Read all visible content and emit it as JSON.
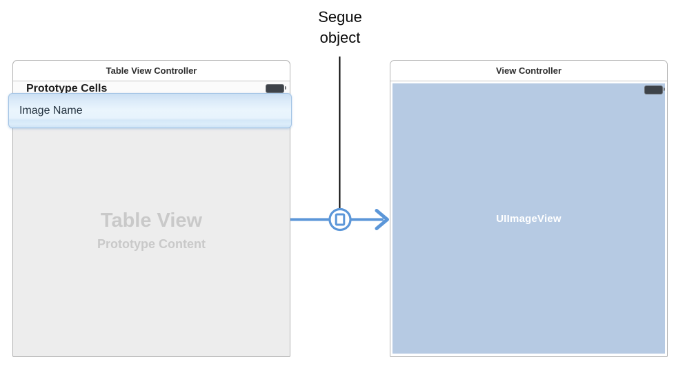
{
  "annotation": {
    "segue_label": "Segue object"
  },
  "scenes": {
    "table_view_controller": {
      "title": "Table View Controller",
      "prototype_cells_label": "Prototype Cells",
      "cell_label": "Image Name",
      "placeholder_title": "Table View",
      "placeholder_subtitle": "Prototype Content"
    },
    "view_controller": {
      "title": "View Controller",
      "image_view_label": "UIImageView"
    }
  },
  "icons": {
    "segue": "segue-icon",
    "status_bar": "battery-icon",
    "arrow": "arrowhead-icon"
  },
  "colors": {
    "segue_accent": "#5b96d8",
    "annotation_line": "#000000",
    "image_view_fill": "#b6cae3",
    "table_view_background": "#ededed",
    "selected_cell_border": "#a3c4e5",
    "placeholder_text": "#c9c9c9",
    "scene_border": "#b3b3b3"
  }
}
